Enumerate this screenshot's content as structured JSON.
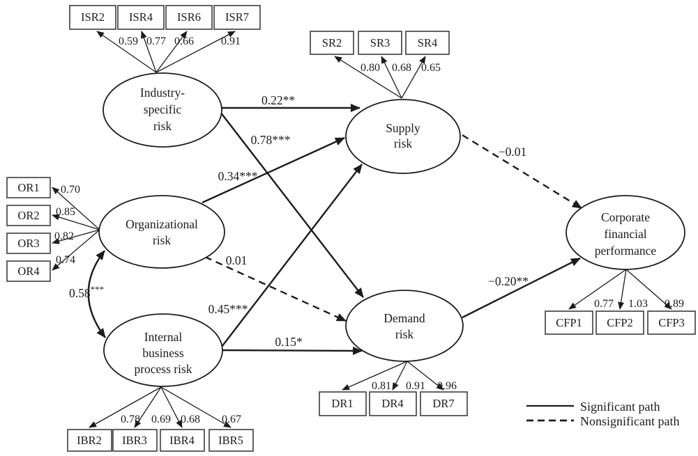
{
  "latents": {
    "industry": {
      "l1": "Industry-",
      "l2": "specific",
      "l3": "risk"
    },
    "supply": {
      "l1": "Supply",
      "l2": "risk"
    },
    "organizational": {
      "l1": "Organizational",
      "l2": "risk"
    },
    "internal": {
      "l1": "Internal",
      "l2": "business",
      "l3": "process risk"
    },
    "demand": {
      "l1": "Demand",
      "l2": "risk"
    },
    "cfp": {
      "l1": "Corporate",
      "l2": "financial",
      "l3": "performance"
    }
  },
  "indicators": {
    "isr2": {
      "label": "ISR2",
      "loading": "0.59"
    },
    "isr4": {
      "label": "ISR4",
      "loading": "0.77"
    },
    "isr6": {
      "label": "ISR6",
      "loading": "0.66"
    },
    "isr7": {
      "label": "ISR7",
      "loading": "0.91"
    },
    "sr2": {
      "label": "SR2",
      "loading": "0.80"
    },
    "sr3": {
      "label": "SR3",
      "loading": "0.68"
    },
    "sr4": {
      "label": "SR4",
      "loading": "0.65"
    },
    "or1": {
      "label": "OR1",
      "loading": "0.70"
    },
    "or2": {
      "label": "OR2",
      "loading": "0.85"
    },
    "or3": {
      "label": "OR3",
      "loading": "0.82"
    },
    "or4": {
      "label": "OR4",
      "loading": "0.74"
    },
    "ibr2": {
      "label": "IBR2",
      "loading": "0.78"
    },
    "ibr3": {
      "label": "IBR3",
      "loading": "0.69"
    },
    "ibr4": {
      "label": "IBR4",
      "loading": "0.68"
    },
    "ibr5": {
      "label": "IBR5",
      "loading": "0.67"
    },
    "dr1": {
      "label": "DR1",
      "loading": "0.81"
    },
    "dr4": {
      "label": "DR4",
      "loading": "0.91"
    },
    "dr7": {
      "label": "DR7",
      "loading": "0.96"
    },
    "cfp1": {
      "label": "CFP1",
      "loading": "0.77"
    },
    "cfp2": {
      "label": "CFP2",
      "loading": "1.03"
    },
    "cfp3": {
      "label": "CFP3",
      "loading": "0.89"
    }
  },
  "paths": {
    "industry_supply": "0.22**",
    "industry_demand": "0.78***",
    "org_supply": "0.34***",
    "org_demand": "0.01",
    "internal_supply": "0.45***",
    "internal_demand": "0.15*",
    "supply_cfp": "−0.01",
    "demand_cfp": "−0.20**"
  },
  "correlation": {
    "value": "0.58",
    "stars": "***"
  },
  "legend": {
    "significant": "Significant path",
    "nonsignificant": "Nonsignificant path"
  },
  "colors": {
    "line": "#1c1c1c",
    "background": "#ffffff"
  }
}
